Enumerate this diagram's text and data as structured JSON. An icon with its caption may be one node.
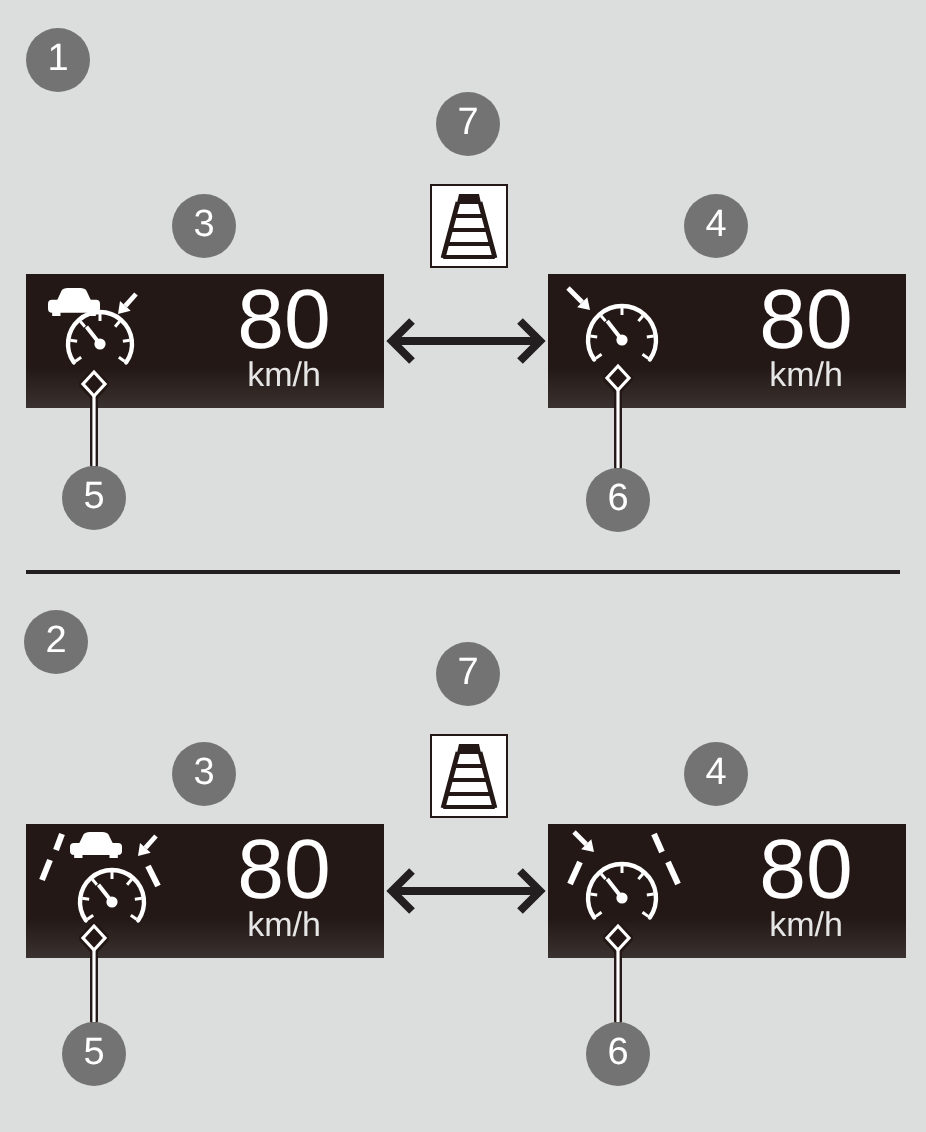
{
  "diagram": {
    "nodes": [
      {
        "text": [
          "1"
        ]
      },
      {
        "text": [
          "7"
        ]
      },
      {
        "text": [
          "3"
        ]
      },
      {
        "text": [
          "4"
        ]
      },
      {
        "text": [
          "80",
          "km/h"
        ]
      },
      {
        "text": [],
        "shape": "picture",
        "in": 4
      },
      {
        "text": [
          "80",
          "km/h"
        ]
      },
      {
        "text": [],
        "shape": "picture",
        "in": 6
      },
      {
        "text": [
          "5"
        ]
      },
      {
        "text": [
          "6"
        ]
      },
      {
        "text": [
          "2"
        ]
      },
      {
        "text": [
          "7"
        ]
      },
      {
        "text": [
          "3"
        ]
      },
      {
        "text": [
          "4"
        ]
      },
      {
        "text": [
          "80",
          "km/h"
        ]
      },
      {
        "text": [],
        "shape": "picture",
        "in": 14
      },
      {
        "text": [
          "80",
          "km/h"
        ]
      },
      {
        "text": [],
        "shape": "picture",
        "in": 16
      },
      {
        "text": [
          "5"
        ]
      },
      {
        "text": [
          "6"
        ]
      }
    ],
    "edges": [
      {
        "from": 4,
        "to": 6,
        "arrow": "both",
        "style": "thick",
        "color": "#231f20"
      },
      {
        "from": 8,
        "to": 5,
        "arrow": "other"
      },
      {
        "from": 9,
        "to": 7,
        "arrow": "other"
      },
      {
        "from": 14,
        "to": 16,
        "arrow": "both",
        "style": "thick",
        "color": "#231f20"
      },
      {
        "from": 18,
        "to": 15,
        "arrow": "other"
      },
      {
        "from": 19,
        "to": 17,
        "arrow": "other"
      }
    ]
  }
}
